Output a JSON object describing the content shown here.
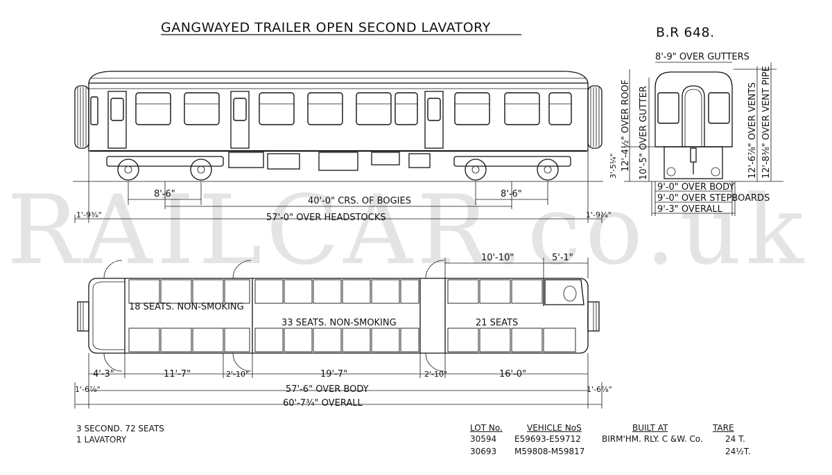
{
  "title": "GANGWAYED TRAILER OPEN SECOND LAVATORY",
  "diagram_ref": "B.R 648.",
  "watermark": "RAILCAR.co.uk",
  "side_elevation": {
    "bogie_wheelbase_left": "8'-6\"",
    "bogie_wheelbase_right": "8'-6\"",
    "bogie_centres": "40'-0\" CRS. OF BOGIES",
    "over_headstocks": "57'-0\" OVER HEADSTOCKS",
    "end_left": "1'-9¾\"",
    "end_right": "1'-9¾\""
  },
  "end_elevation": {
    "over_gutters": "8'-9\" OVER GUTTERS",
    "over_roof": "12'-4½\" OVER ROOF",
    "over_gutter": "10'-5\" OVER GUTTER",
    "over_vents": "12'-6⅞\" OVER VENTS",
    "over_vent_pipe": "12'-8⅜\" OVER VENT PIPE",
    "floor_height": "3'-5¼\"",
    "over_body": "9'-0\" OVER BODY",
    "over_stepboards": "9'-0\" OVER STEPBOARDS",
    "overall_width": "9'-3\" OVERALL"
  },
  "plan": {
    "seats_left": "18 SEATS.  NON-SMOKING",
    "seats_middle": "33 SEATS.  NON-SMOKING",
    "seats_right": "21 SEATS",
    "dim_top_1": "10'-10\"",
    "dim_top_2": "5'-1\"",
    "dims_bottom": [
      "4'-3\"",
      "11'-7\"",
      "2'-10\"",
      "19'-7\"",
      "2'-10\"",
      "16'-0\""
    ],
    "over_body": "57'-6\" OVER BODY",
    "overall": "60'-7¾\" OVERALL",
    "end_left": "1'-6⅞\"",
    "end_right": "1'-6⅞\""
  },
  "summary": {
    "line1": "3  SECOND.   72 SEATS",
    "line2": "1  LAVATORY"
  },
  "lot_table": {
    "headers": [
      "LOT No.",
      "VEHICLE NoS",
      "BUILT AT",
      "TARE"
    ],
    "rows": [
      [
        "30594",
        "E59693-E59712",
        "BIRM'HM. RLY. C &W. Co.",
        "24  T."
      ],
      [
        "30693",
        "M59808-M59817",
        "",
        "24½T."
      ]
    ]
  }
}
